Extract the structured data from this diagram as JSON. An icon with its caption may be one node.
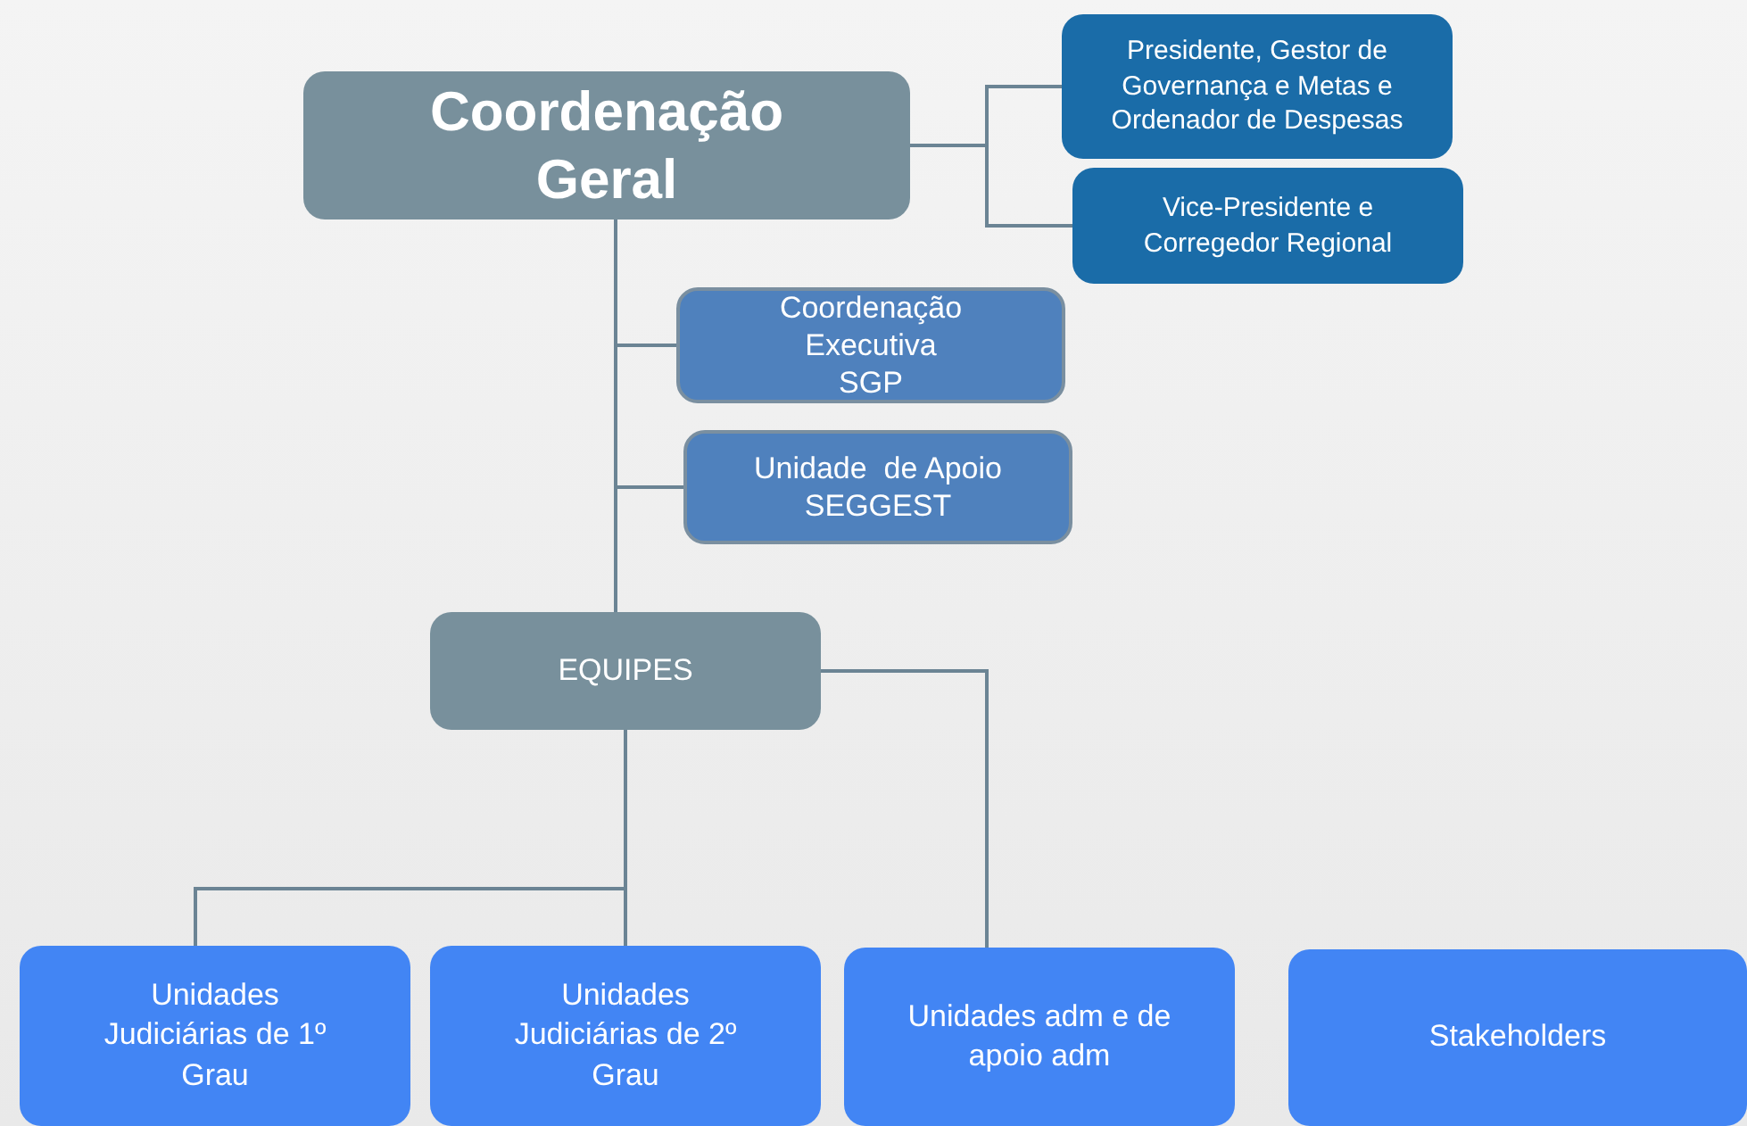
{
  "diagram": {
    "nodes": [
      {
        "text": [
          "Coordenação Geral"
        ]
      },
      {
        "text": [
          "Presidente, Gestor de Governança e Metas e Ordenador de Despesas"
        ]
      },
      {
        "text": [
          "Vice-Presidente e Corregedor Regional"
        ]
      },
      {
        "text": [
          "Coordenação Executiva SGP"
        ]
      },
      {
        "text": [
          "Unidade  de Apoio SEGGEST"
        ]
      },
      {
        "text": [
          "EQUIPES"
        ]
      },
      {
        "text": [
          "Unidades Judiciárias de 1º Grau"
        ]
      },
      {
        "text": [
          "Unidades Judiciárias de 2º Grau"
        ]
      },
      {
        "text": [
          "Unidades adm e de apoio adm"
        ]
      },
      {
        "text": [
          "Stakeholders"
        ]
      }
    ],
    "edges": [
      {
        "from": 0,
        "to": 1,
        "arrow": "none"
      },
      {
        "from": 0,
        "to": 2,
        "arrow": "none"
      },
      {
        "from": 0,
        "to": 3,
        "arrow": "none"
      },
      {
        "from": 0,
        "to": 4,
        "arrow": "none"
      },
      {
        "from": 0,
        "to": 5,
        "arrow": "none"
      },
      {
        "from": 5,
        "to": 6,
        "arrow": "none"
      },
      {
        "from": 5,
        "to": 7,
        "arrow": "none"
      },
      {
        "from": 5,
        "to": 8,
        "arrow": "none"
      }
    ]
  }
}
